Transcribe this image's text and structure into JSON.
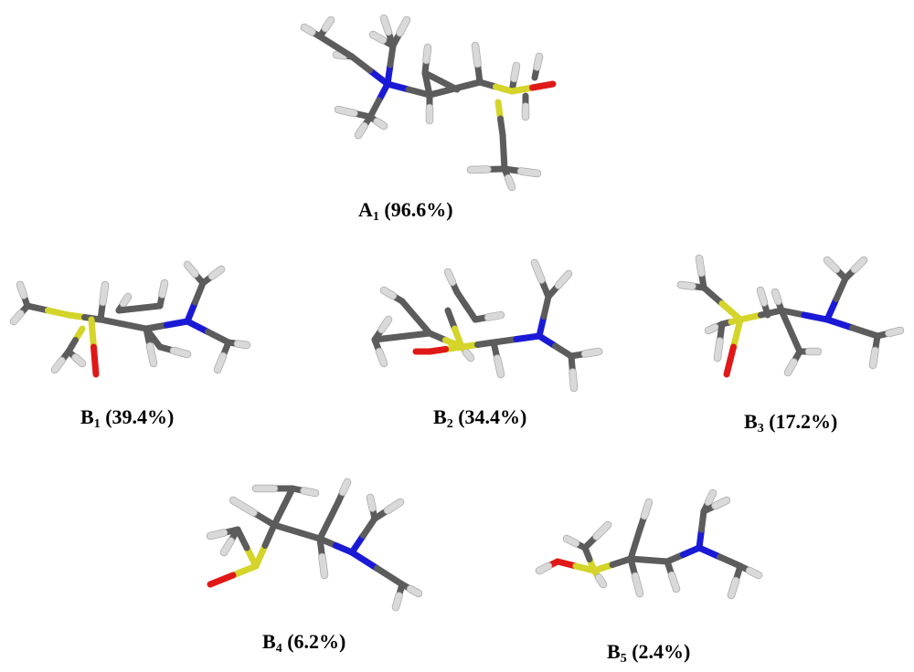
{
  "figure": {
    "conformers": [
      {
        "letter": "A",
        "index": "1",
        "population": "(96.6%)"
      },
      {
        "letter": "B",
        "index": "1",
        "population": "(39.4%)"
      },
      {
        "letter": "B",
        "index": "2",
        "population": "(34.4%)"
      },
      {
        "letter": "B",
        "index": "3",
        "population": "(17.2%)"
      },
      {
        "letter": "B",
        "index": "4",
        "population": "(6.2%)"
      },
      {
        "letter": "B",
        "index": "5",
        "population": "(2.4%)"
      }
    ],
    "colors": {
      "carbon": "#5c5c5c",
      "carbon_light": "#8a8a8a",
      "hydrogen": "#d9d9d9",
      "hydrogen_edge": "#a9a9a9",
      "nitrogen": "#1a1ad6",
      "sulfur": "#d4d42a",
      "oxygen": "#e01818"
    }
  }
}
